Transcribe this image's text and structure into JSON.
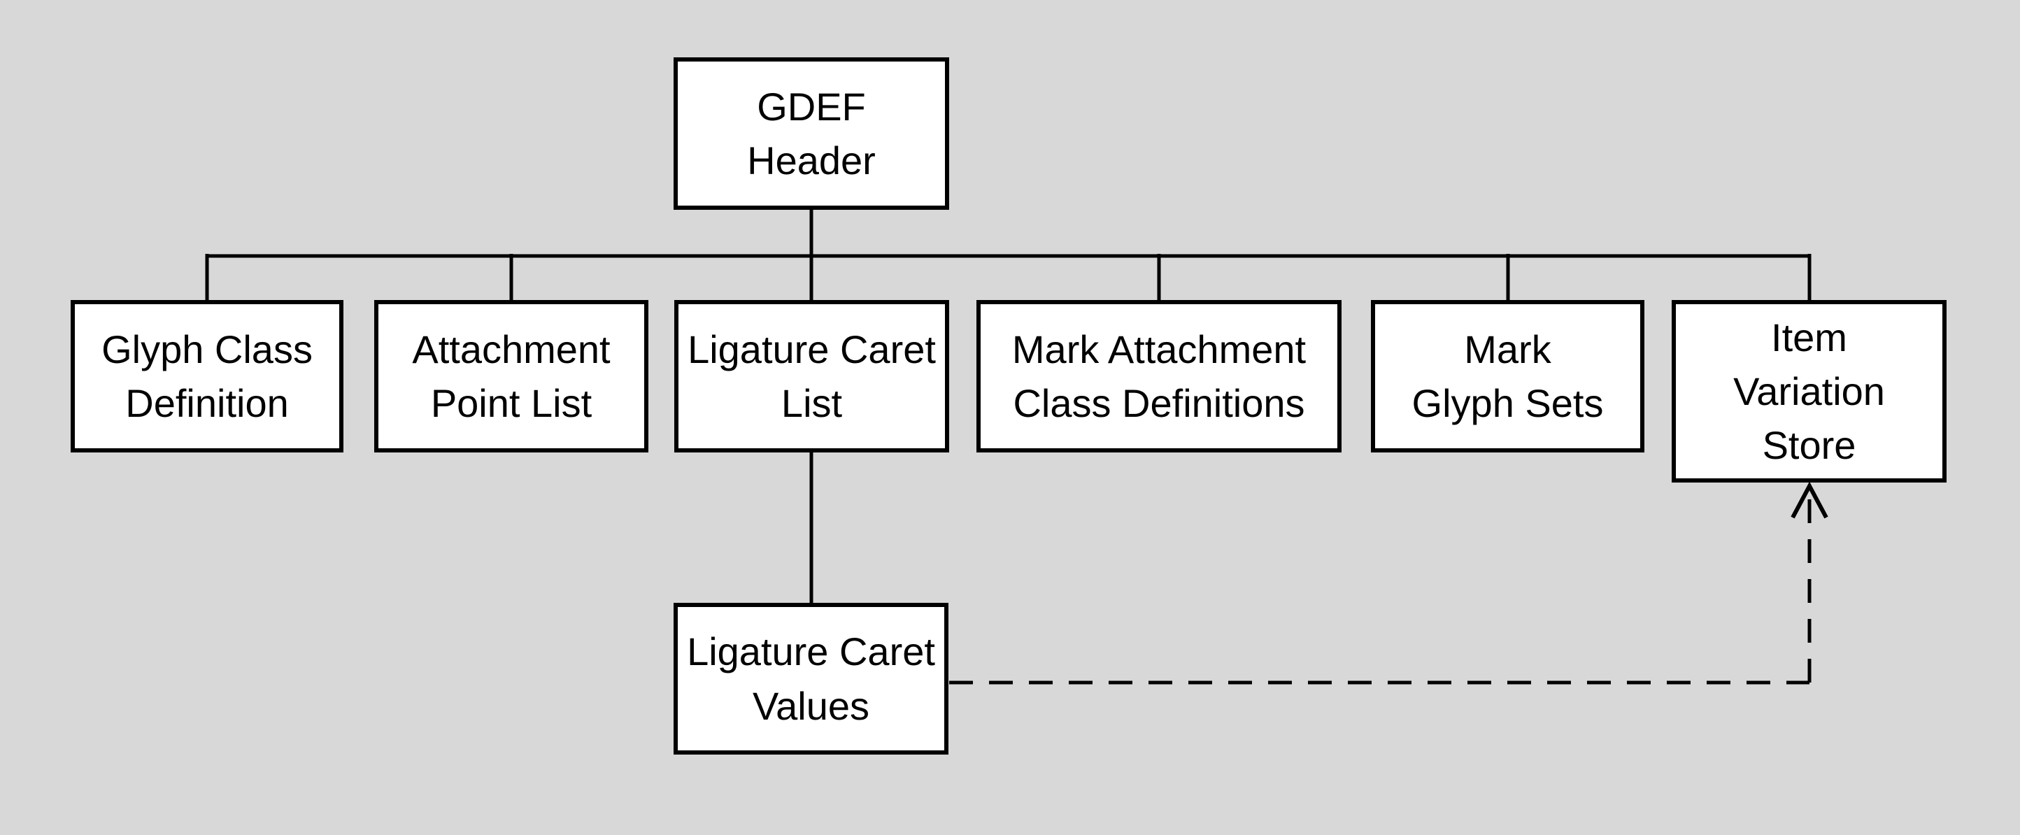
{
  "diagram": {
    "type": "flowchart",
    "description": "GDEF table structure",
    "colors": {
      "background": "#d8d8d8",
      "node_fill": "#ffffff",
      "node_border": "#000000",
      "line": "#000000",
      "text": "#000000"
    },
    "nodes": {
      "gdef_header": {
        "label": "GDEF\nHeader"
      },
      "glyph_class_definition": {
        "label": "Glyph Class\nDefinition"
      },
      "attachment_point_list": {
        "label": "Attachment\nPoint List"
      },
      "ligature_caret_list": {
        "label": "Ligature Caret\nList"
      },
      "mark_attachment_class_definitions": {
        "label": "Mark Attachment\nClass Definitions"
      },
      "mark_glyph_sets": {
        "label": "Mark\nGlyph Sets"
      },
      "item_variation_store": {
        "label": "Item\nVariation\nStore"
      },
      "ligature_caret_values": {
        "label": "Ligature Caret\nValues"
      }
    },
    "edges": [
      {
        "from": "gdef_header",
        "to": "glyph_class_definition",
        "style": "solid"
      },
      {
        "from": "gdef_header",
        "to": "attachment_point_list",
        "style": "solid"
      },
      {
        "from": "gdef_header",
        "to": "ligature_caret_list",
        "style": "solid"
      },
      {
        "from": "gdef_header",
        "to": "mark_attachment_class_definitions",
        "style": "solid"
      },
      {
        "from": "gdef_header",
        "to": "mark_glyph_sets",
        "style": "solid"
      },
      {
        "from": "gdef_header",
        "to": "item_variation_store",
        "style": "solid"
      },
      {
        "from": "ligature_caret_list",
        "to": "ligature_caret_values",
        "style": "solid"
      },
      {
        "from": "ligature_caret_values",
        "to": "item_variation_store",
        "style": "dashed-open-arrow"
      }
    ]
  }
}
